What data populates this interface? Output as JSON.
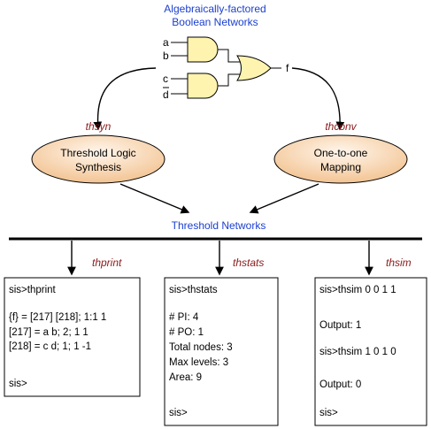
{
  "top": {
    "title_line1": "Algebraically-factored",
    "title_line2": "Boolean Networks"
  },
  "circuit": {
    "input_a": "a",
    "input_b": "b",
    "input_c": "c",
    "input_d": "d",
    "output_f": "f"
  },
  "tools": {
    "thsyn_label": "thsyn",
    "thconv_label": "thconv",
    "thprint_label": "thprint",
    "thstats_label": "thstats",
    "thsim_label": "thsim"
  },
  "processes": {
    "left_line1": "Threshold Logic",
    "left_line2": "Synthesis",
    "right_line1": "One-to-one",
    "right_line2": "Mapping"
  },
  "middle": {
    "threshold_networks": "Threshold Networks"
  },
  "thprint_box": {
    "lines": [
      "sis>thprint",
      "{f} = [217] [218]; 1:1 1",
      "[217] = a b; 2; 1 1",
      "[218] = c d; 1; 1 -1",
      "sis>"
    ]
  },
  "thstats_box": {
    "lines": [
      "sis>thstats",
      "# PI: 4",
      "# PO: 1",
      "Total nodes: 3",
      "Max levels: 3",
      "Area: 9",
      "sis>"
    ]
  },
  "thsim_box": {
    "lines": [
      "sis>thsim 0 0 1 1",
      "Output: 1",
      "sis>thsim 1 0 1 0",
      "Output: 0",
      "sis>"
    ]
  },
  "colors": {
    "title_blue": "#1a3fd1",
    "tool_red": "#8b1a1a",
    "gate_fill": "#fff3b0",
    "ellipse_light": "#fff0e0",
    "ellipse_dark": "#f3c08a"
  }
}
